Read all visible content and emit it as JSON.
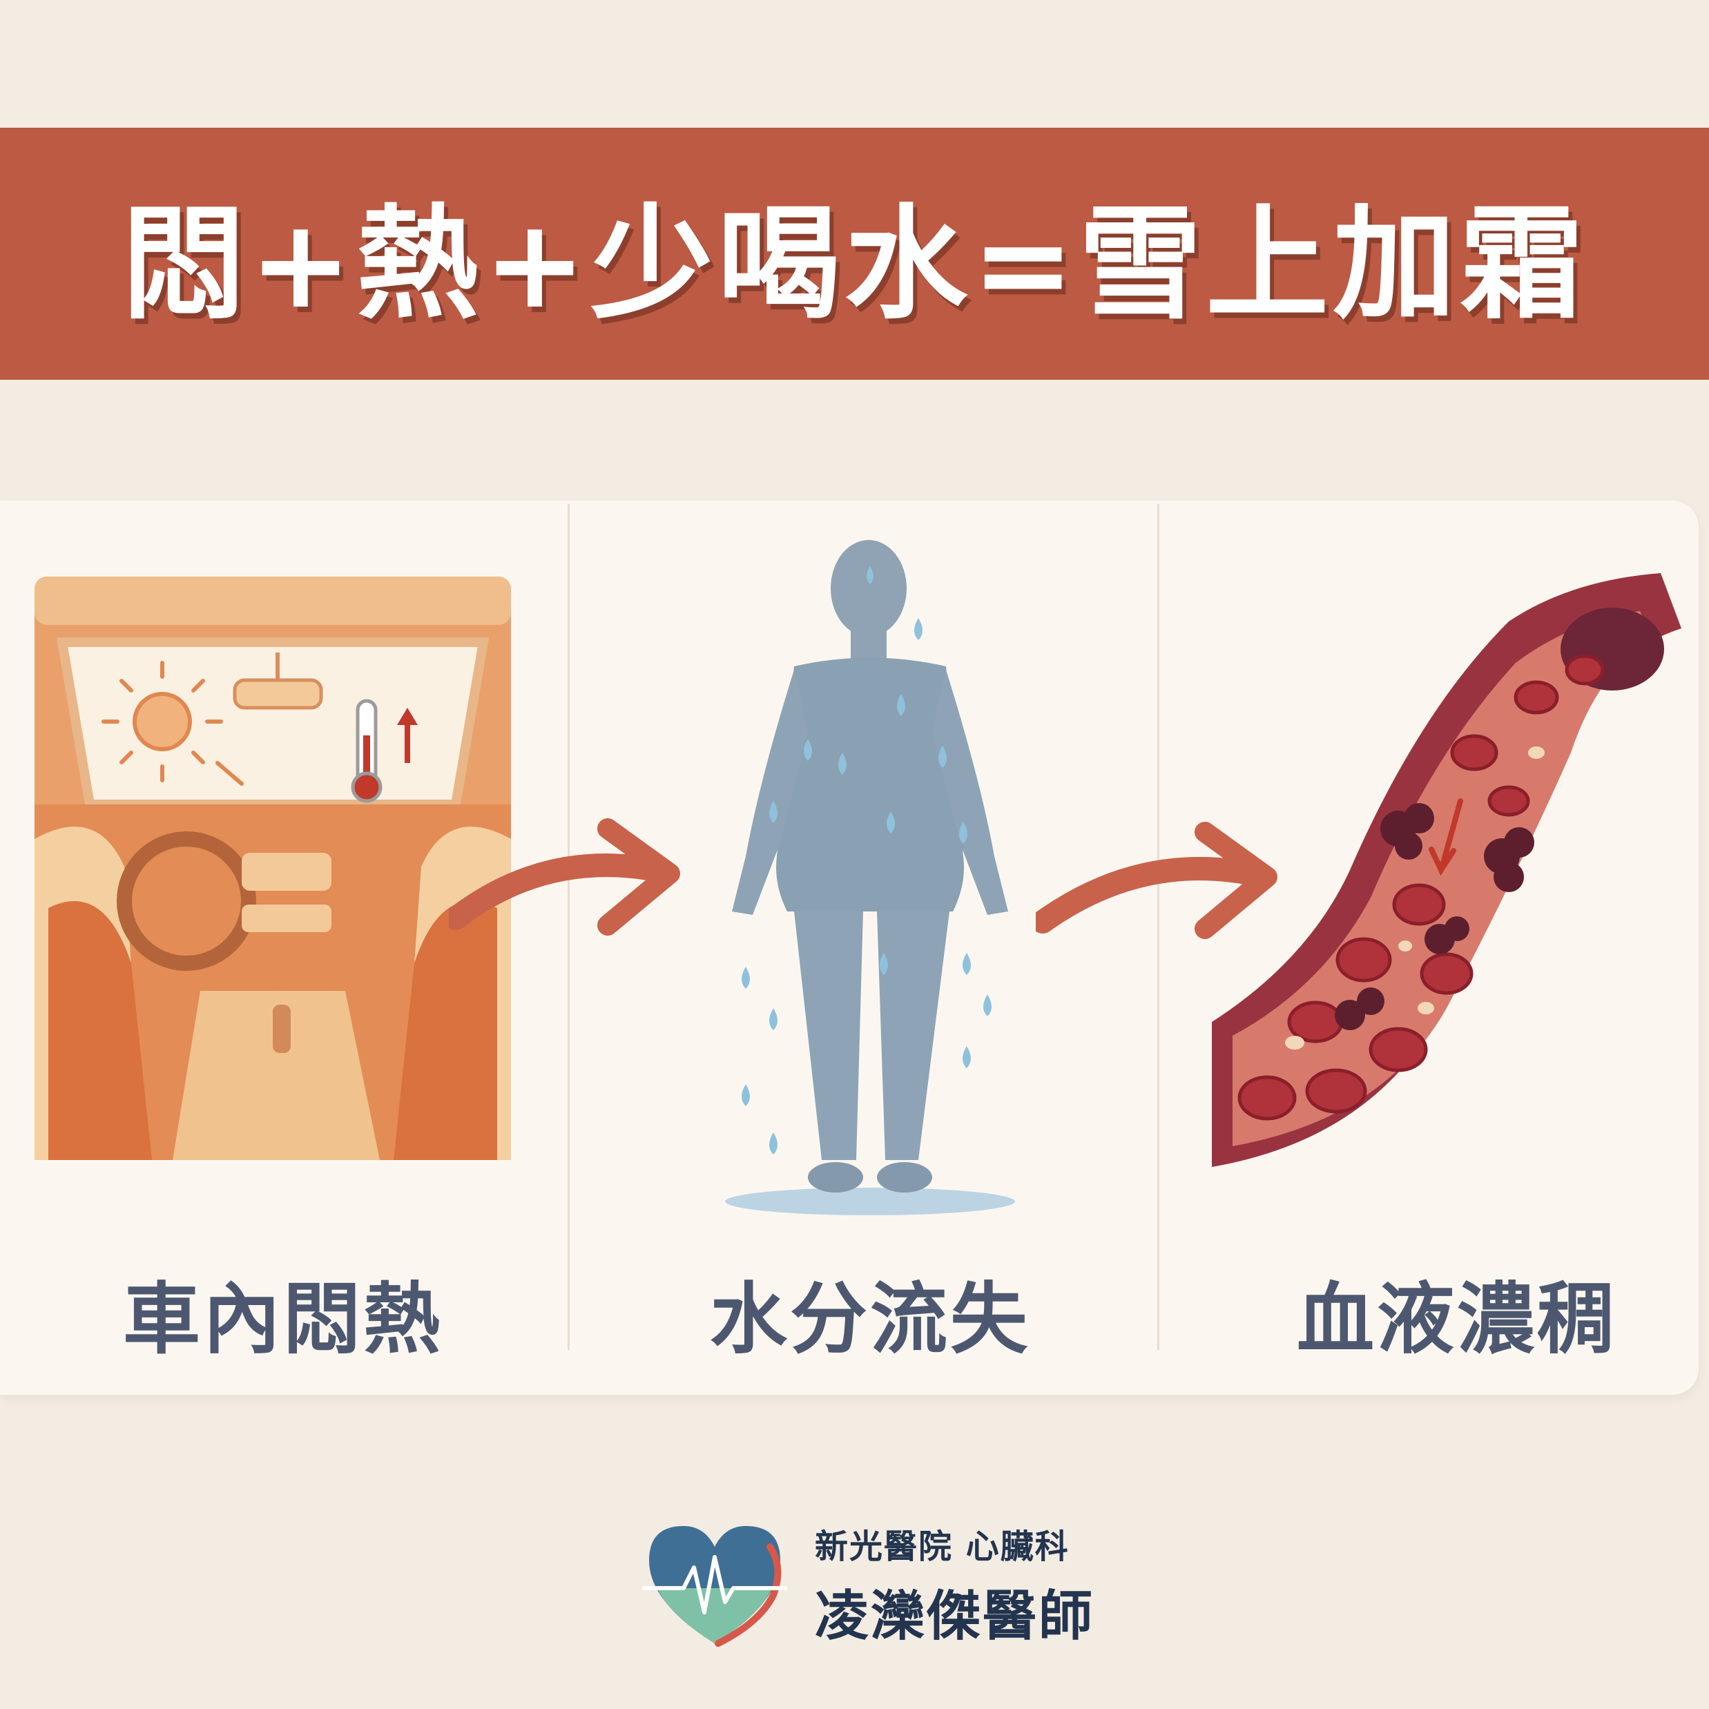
{
  "header": {
    "title": "悶+熱+少喝水=雪上加霜"
  },
  "panels": [
    {
      "label": "車內悶熱",
      "icon": "car-interior-icon"
    },
    {
      "label": "水分流失",
      "icon": "sweating-person-icon"
    },
    {
      "label": "血液濃稠",
      "icon": "blood-vessel-icon"
    }
  ],
  "footer": {
    "line1": "新光醫院 心臟科",
    "line2": "凌灤傑醫師",
    "logo": "heart-ecg-logo"
  },
  "colors": {
    "background": "#f3ece2",
    "banner": "#bd5a43",
    "card": "#fbf7f0",
    "label": "#4d5870",
    "footer_text": "#23344f"
  }
}
